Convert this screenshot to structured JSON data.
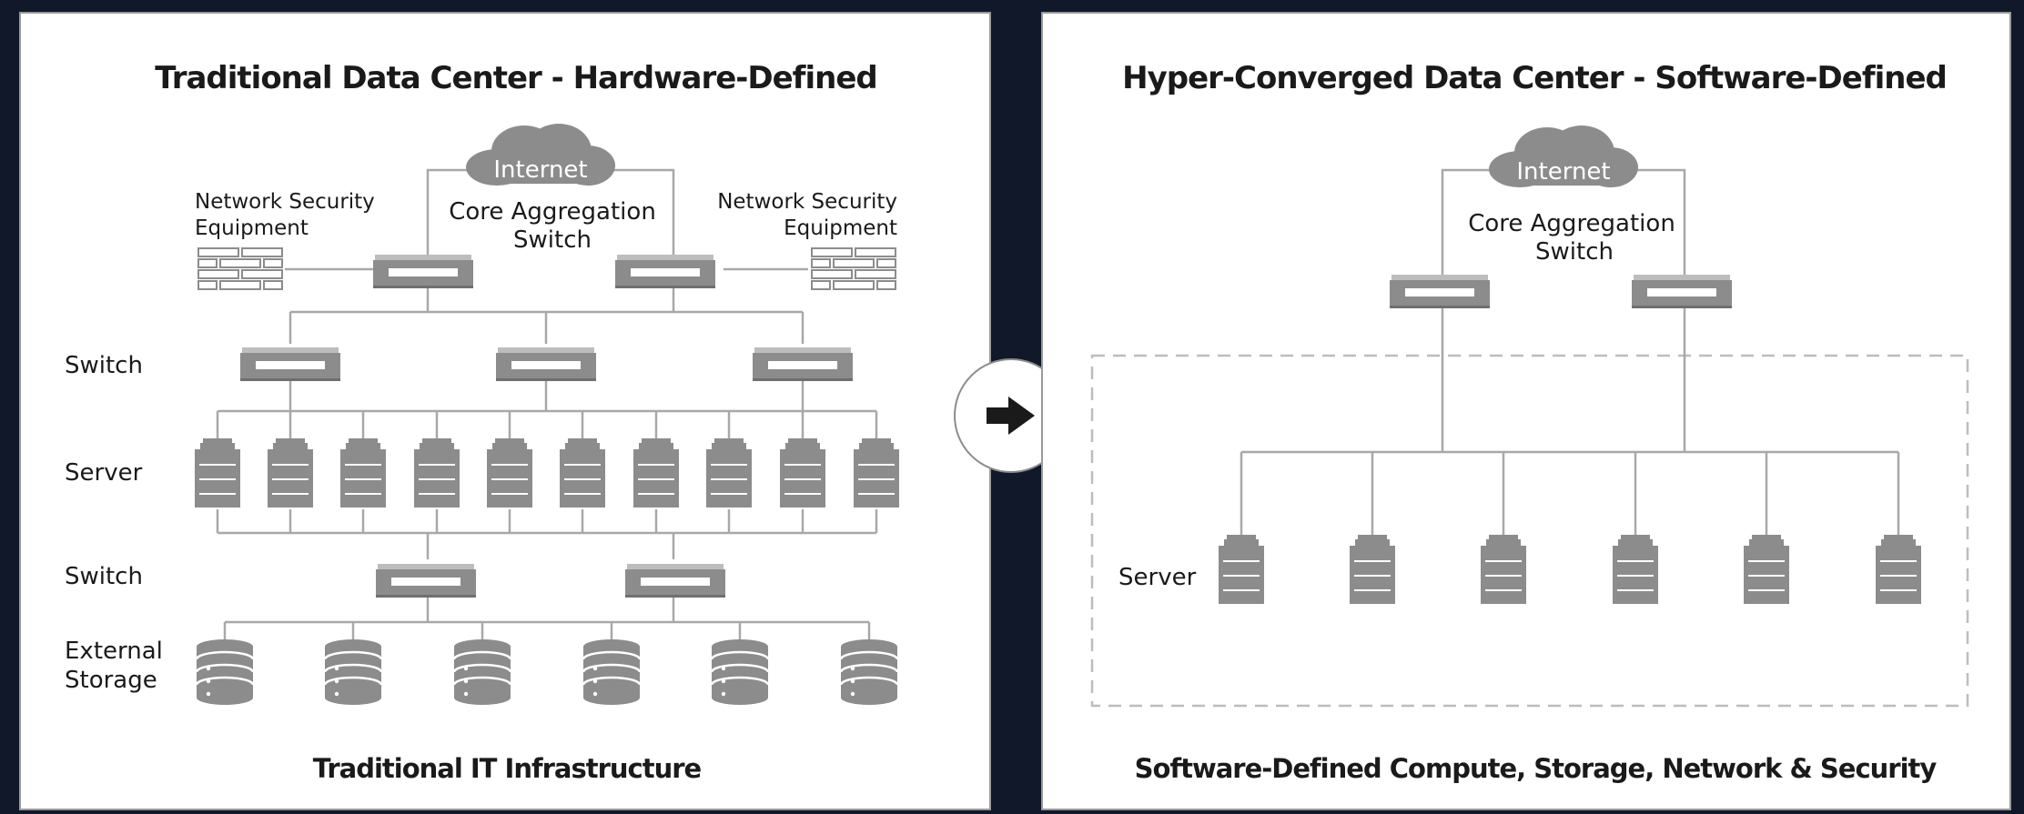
{
  "left_panel": {
    "title": "Traditional Data Center - Hardware-Defined",
    "footer": "Traditional IT Infrastructure",
    "internet_label": "Internet",
    "core_label_line1": "Core Aggregation",
    "core_label_line2": "Switch",
    "nse_left_line1": "Network Security",
    "nse_left_line2": "Equipment",
    "nse_right_line1": "Network Security",
    "nse_right_line2": "Equipment",
    "row_switch_top": "Switch",
    "row_server": "Server",
    "row_switch_bottom": "Switch",
    "row_storage_line1": "External",
    "row_storage_line2": "Storage"
  },
  "right_panel": {
    "title": "Hyper-Converged Data Center - Software-Defined",
    "footer": "Software-Defined Compute, Storage, Network & Security",
    "internet_label": "Internet",
    "core_label_line1": "Core Aggregation",
    "core_label_line2": "Switch",
    "row_server": "Server"
  },
  "transition_icon": "right-arrow-icon",
  "colors": {
    "background": "#10182a",
    "panel": "#ffffff",
    "device": "#8c8c8c",
    "connector": "#a8a8a8",
    "text": "#1a1a1a"
  }
}
